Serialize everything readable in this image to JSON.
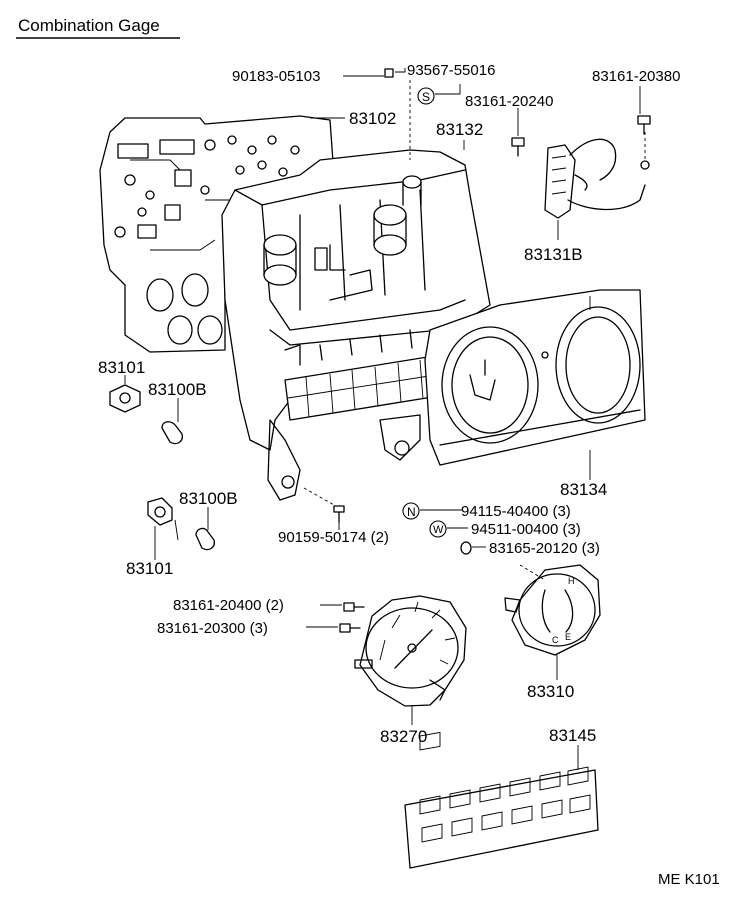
{
  "title": "Combination Gage",
  "footer_code": "ME K101",
  "parts": {
    "p90183": "90183-05103",
    "p93567": "93567-55016",
    "p83161_20380": "83161-20380",
    "p83102": "83102",
    "p83132": "83132",
    "p83161_20240": "83161-20240",
    "p83131B": "83131B",
    "p83134_lbl": "83134",
    "p83101_a": "83101",
    "p83100B_a": "83100B",
    "p83100B_b": "83100B",
    "p83101_b": "83101",
    "p90159": "90159-50174 (2)",
    "p94115": "94115-40400 (3)",
    "p94511": "94511-00400 (3)",
    "p83165": "83165-20120 (3)",
    "p83161_20400": "83161-20400 (2)",
    "p83161_20300": "83161-20300 (3)",
    "p83310": "83310",
    "p83270": "83270",
    "p83145": "83145"
  },
  "symbols": {
    "s": "S",
    "n": "N",
    "w": "W"
  }
}
